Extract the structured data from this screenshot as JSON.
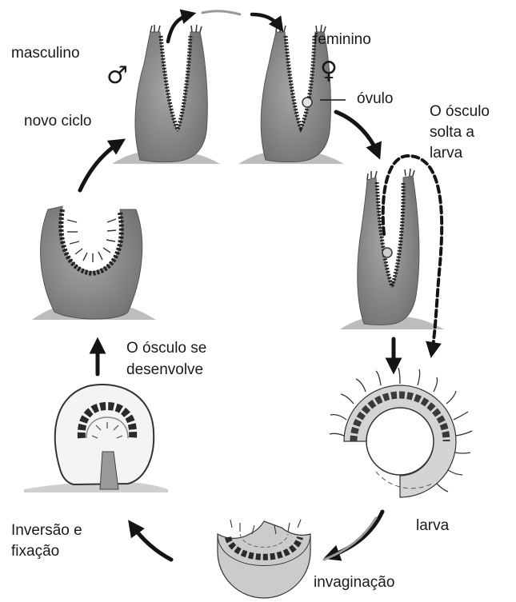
{
  "labels": {
    "masculino": "masculino",
    "feminino": "feminino",
    "ovulo": "óvulo",
    "osculo_solta_1": "O ósculo",
    "osculo_solta_2": "solta a",
    "osculo_solta_3": "larva",
    "novo_ciclo": "novo ciclo",
    "osculo_desenv_1": "O ósculo se",
    "osculo_desenv_2": "desenvolve",
    "larva": "larva",
    "inversao_1": "Inversão e",
    "inversao_2": "fixação",
    "invaginacao": "invaginação"
  },
  "symbols": {
    "male": "♂",
    "female": "♀"
  },
  "colors": {
    "sponge_body": "#8f8f8f",
    "sponge_shadow": "#5e5e5e",
    "ground": "#b9b9b9",
    "cell_dark": "#2a2a2a",
    "cell_light": "#d4d4d4",
    "arrow": "#141414"
  }
}
